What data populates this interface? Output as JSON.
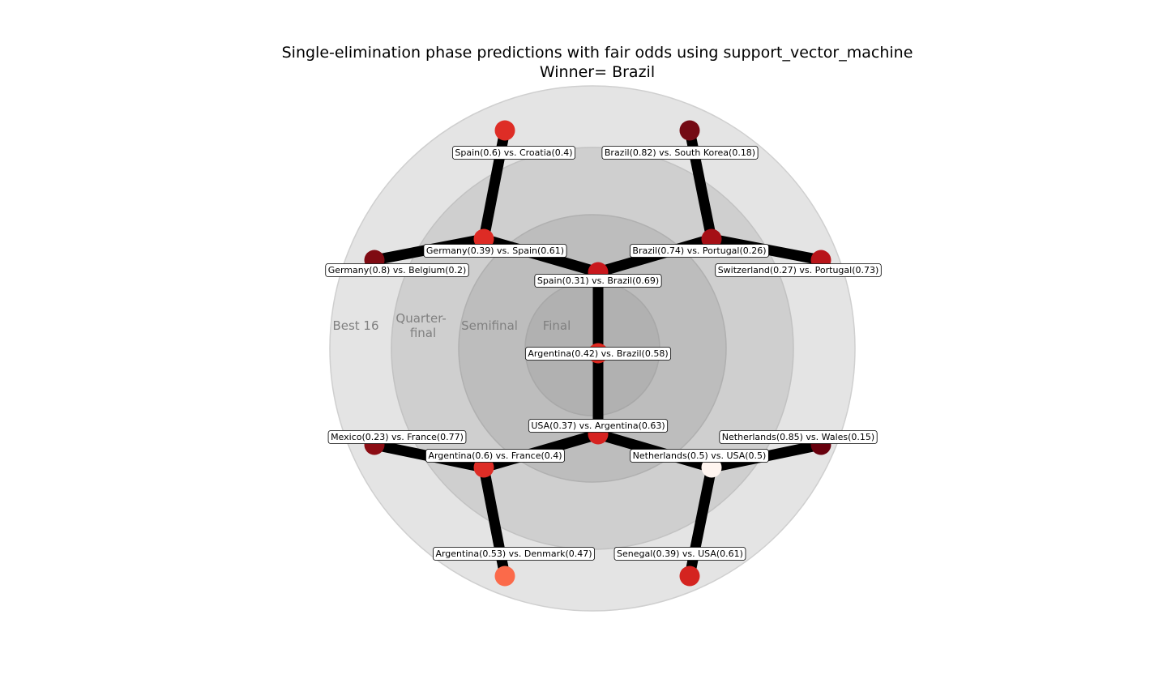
{
  "title": "Single-elimination phase predictions with fair odds using support_vector_machine",
  "subtitle": "Winner= Brazil",
  "rings": [
    {
      "id": "best16",
      "label": "Best 16",
      "color": "#e4e4e4"
    },
    {
      "id": "quarter",
      "label": "Quarter-\nfinal",
      "color": "#cfcfcf"
    },
    {
      "id": "semi",
      "label": "Semifinal",
      "color": "#bdbdbd"
    },
    {
      "id": "final",
      "label": "Final",
      "color": "#b1b1b1"
    }
  ],
  "edge_color": "#000000",
  "matches": [
    {
      "id": "final",
      "label": "Argentina(0.42) vs. Brazil(0.58)",
      "color": "#e0281f"
    },
    {
      "id": "semi-top",
      "label": "Spain(0.31) vs. Brazil(0.69)",
      "color": "#c9181d"
    },
    {
      "id": "semi-bottom",
      "label": "USA(0.37) vs. Argentina(0.63)",
      "color": "#d62220"
    },
    {
      "id": "qf-top-left",
      "label": "Germany(0.39) vs. Spain(0.61)",
      "color": "#de2b25"
    },
    {
      "id": "qf-top-right",
      "label": "Brazil(0.74) vs. Portugal(0.26)",
      "color": "#a50f15"
    },
    {
      "id": "qf-bottom-left",
      "label": "Argentina(0.6) vs. France(0.4)",
      "color": "#de2d26"
    },
    {
      "id": "qf-bottom-right",
      "label": "Netherlands(0.5) vs. USA(0.5)",
      "color": "#fff5f0"
    },
    {
      "id": "r16-a",
      "label": "Spain(0.6) vs. Croatia(0.4)",
      "color": "#de2d26"
    },
    {
      "id": "r16-b",
      "label": "Germany(0.8) vs. Belgium(0.2)",
      "color": "#7f0a12"
    },
    {
      "id": "r16-c",
      "label": "Brazil(0.82) vs. South Korea(0.18)",
      "color": "#740a14"
    },
    {
      "id": "r16-d",
      "label": "Switzerland(0.27) vs. Portugal(0.73)",
      "color": "#b81419"
    },
    {
      "id": "r16-e",
      "label": "Mexico(0.23) vs. France(0.77)",
      "color": "#8c0d14"
    },
    {
      "id": "r16-f",
      "label": "Argentina(0.53) vs. Denmark(0.47)",
      "color": "#fb6a4a"
    },
    {
      "id": "r16-g",
      "label": "Netherlands(0.85) vs. Wales(0.15)",
      "color": "#67000d"
    },
    {
      "id": "r16-h",
      "label": "Senegal(0.39) vs. USA(0.61)",
      "color": "#d42420"
    }
  ],
  "bracket_edges": [
    [
      "final",
      "semi-top"
    ],
    [
      "final",
      "semi-bottom"
    ],
    [
      "semi-top",
      "qf-top-left"
    ],
    [
      "semi-top",
      "qf-top-right"
    ],
    [
      "semi-bottom",
      "qf-bottom-left"
    ],
    [
      "semi-bottom",
      "qf-bottom-right"
    ],
    [
      "qf-top-left",
      "r16-a"
    ],
    [
      "qf-top-left",
      "r16-b"
    ],
    [
      "qf-top-right",
      "r16-c"
    ],
    [
      "qf-top-right",
      "r16-d"
    ],
    [
      "qf-bottom-left",
      "r16-e"
    ],
    [
      "qf-bottom-left",
      "r16-f"
    ],
    [
      "qf-bottom-right",
      "r16-g"
    ],
    [
      "qf-bottom-right",
      "r16-h"
    ]
  ]
}
